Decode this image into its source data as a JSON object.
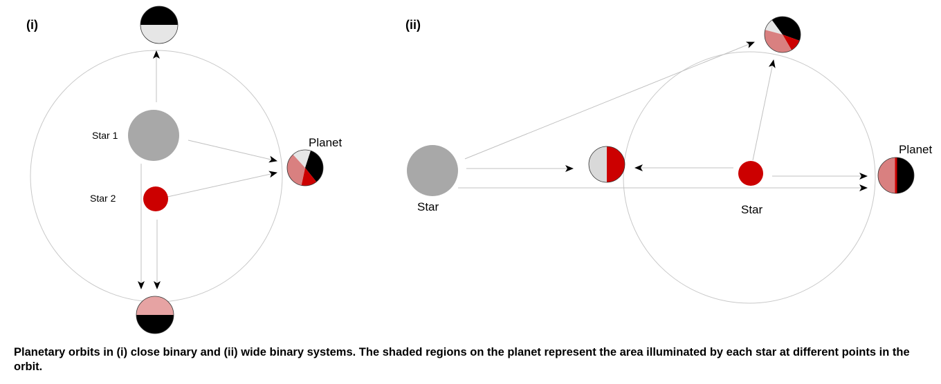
{
  "panels": [
    {
      "label": "(i)"
    },
    {
      "label": "(ii)"
    }
  ],
  "labels": {
    "star1": "Star 1",
    "star2": "Star 2",
    "planet": "Planet",
    "star": "Star"
  },
  "caption": "Planetary orbits in (i) close binary and (ii) wide binary systems. The shaded regions on the planet represent the area illuminated by each star at different points in the orbit.",
  "colors": {
    "orbit": "#c8c8c8",
    "gray_star": "#a8a8a8",
    "red_star": "#cc0000",
    "light_gray_lit": "#e6e6e6",
    "pink_lit": "#d98080",
    "light_pink_lit": "#e6a3a3",
    "dark_side": "#000000"
  }
}
